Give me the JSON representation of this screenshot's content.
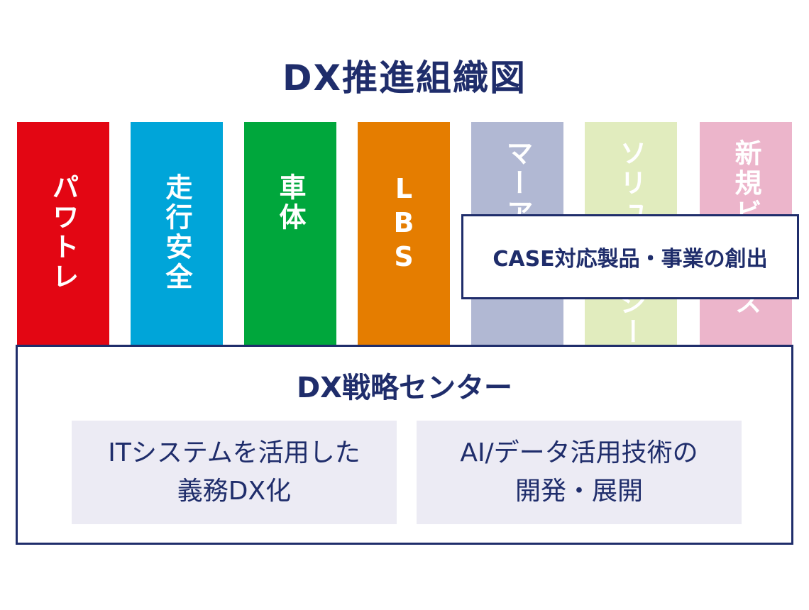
{
  "title": "DX推進組織図",
  "columns": [
    {
      "label": "パワトレ",
      "color": "#e30613"
    },
    {
      "label": "走行安全",
      "color": "#00a5d9"
    },
    {
      "label": "車体",
      "color": "#00a73c"
    },
    {
      "label": "LBS",
      "color": "#e57d00"
    },
    {
      "label": "マーアフ",
      "color": "#b1b8d3"
    },
    {
      "label": "ソリュエナジーン",
      "color": "#e1ecbe"
    },
    {
      "label": "新規ビジネス",
      "color": "#ecb5cb"
    }
  ],
  "case_box": {
    "text": "CASE対応製品・事業の創出"
  },
  "dx_center": {
    "title": "DX戦略センター",
    "left_box": "ITシステムを活用した\n義務DX化",
    "right_box": "AI/データ活用技術の\n開発・展開"
  }
}
